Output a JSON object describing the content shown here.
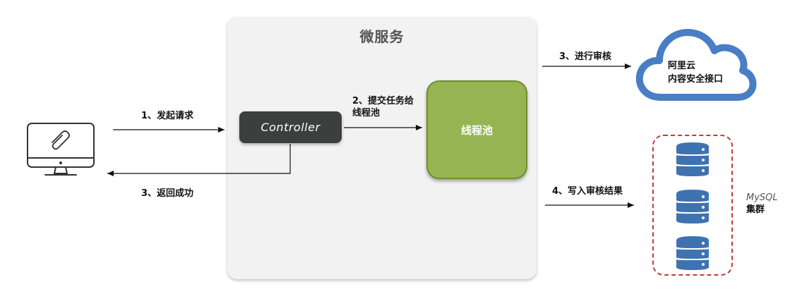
{
  "microservice": {
    "title": "微服务"
  },
  "nodes": {
    "controller": "Controller",
    "thread_pool": "线程池",
    "cloud": {
      "line1": "阿里云",
      "line2": "内容安全接口"
    },
    "mysql": {
      "line1": "MySQL",
      "line2": "集群"
    }
  },
  "steps": {
    "step1": "1、发起请求",
    "step2_line1": "2、提交任务给",
    "step2_line2": "线程池",
    "step3_return": "3、返回成功",
    "step3_review": "3、进行审核",
    "step4": "4、写入审核结果"
  },
  "colors": {
    "container": "#f2f2f2",
    "controller": "#3b3f3e",
    "thread_pool": "#96b552",
    "cloud_stroke": "#4a7ec4",
    "database": "#3f72b0",
    "cluster_border": "#c23b3b"
  },
  "icons": [
    "computer-monitor-icon",
    "cloud-icon",
    "database-icon"
  ]
}
